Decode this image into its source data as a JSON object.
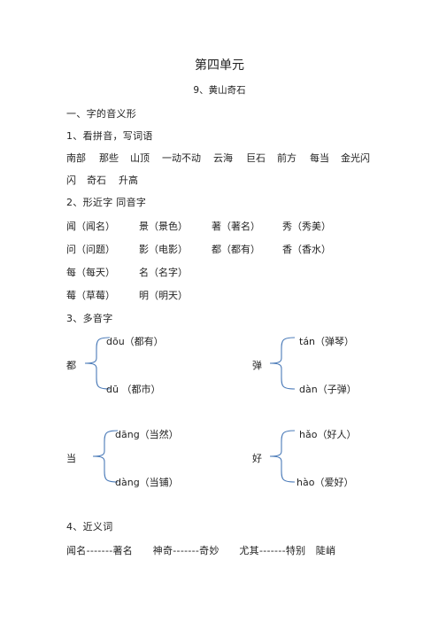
{
  "title": "第四单元",
  "subtitle": "9、黄山奇石",
  "section1": {
    "heading": "一、字的音义形",
    "item1_heading": "1、看拼音，写词语",
    "words_line1": [
      "南部",
      "那些",
      "山顶",
      "一动不动",
      "云海",
      "巨石",
      "前方",
      "每当",
      "金光闪"
    ],
    "words_line2": [
      "闪",
      "奇石",
      "升高"
    ]
  },
  "section2": {
    "heading": "2、形近字 同音字",
    "rows": [
      [
        "闻（闻名）",
        "景（景色）",
        "著（著名）",
        "秀（秀美）"
      ],
      [
        "问（问题）",
        "影（电影）",
        "都（都有）",
        "香（香水）"
      ],
      [
        "每（每天）",
        "名（名字）"
      ],
      [
        "莓（草莓）",
        "明（明天）"
      ]
    ]
  },
  "section3": {
    "heading": "3、多音字",
    "groups": [
      {
        "char": "都",
        "top": "dōu（都有）",
        "bottom": "dū （都市）"
      },
      {
        "char": "弹",
        "top": "tán（弹琴）",
        "bottom": "dàn（子弹）"
      },
      {
        "char": "当",
        "top": "dāng（当然）",
        "bottom": "dàng（当铺）"
      },
      {
        "char": "好",
        "top": "hǎo（好人）",
        "bottom": "hào（爱好）"
      }
    ]
  },
  "section4": {
    "heading": "4、近义词",
    "line": "闻名-------著名　　神奇-------奇妙　　尤其-------特别　陡峭"
  }
}
